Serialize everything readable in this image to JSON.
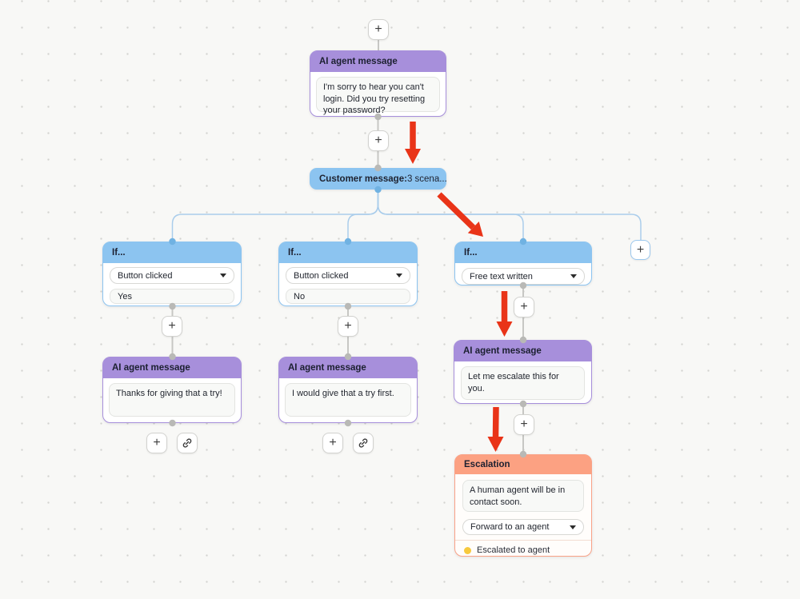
{
  "icons": {
    "plus": "+",
    "link": "chain-link"
  },
  "colors": {
    "canvas_bg": "#f8f8f6",
    "grid_dot": "#d3d3d0",
    "purple": "#a78fdb",
    "blue": "#8cc4f0",
    "salmon": "#fca182",
    "arrow_red": "#e93418",
    "edge_blue": "#aacdeb",
    "edge_gray": "#c7c7c4",
    "status_yellow": "#f7c93d"
  },
  "nodes": {
    "ai_message_top": {
      "title": "AI agent message",
      "message": "I'm sorry to hear you can't login. Did you try resetting your password?"
    },
    "customer_message": {
      "label": "Customer message:",
      "value": "3 scena..."
    },
    "if_yes": {
      "title": "If...",
      "condition": "Button clicked",
      "value": "Yes"
    },
    "if_no": {
      "title": "If...",
      "condition": "Button clicked",
      "value": "No"
    },
    "if_free_text": {
      "title": "If...",
      "condition": "Free text written"
    },
    "ai_message_left": {
      "title": "AI agent message",
      "message": "Thanks for giving that a try!"
    },
    "ai_message_middle": {
      "title": "AI agent message",
      "message": "I would give that a try first."
    },
    "ai_message_right": {
      "title": "AI agent message",
      "message": "Let me escalate this for you."
    },
    "escalation": {
      "title": "Escalation",
      "message": "A human agent will be in contact soon.",
      "action": "Forward to an agent",
      "status": "Escalated to agent"
    }
  }
}
